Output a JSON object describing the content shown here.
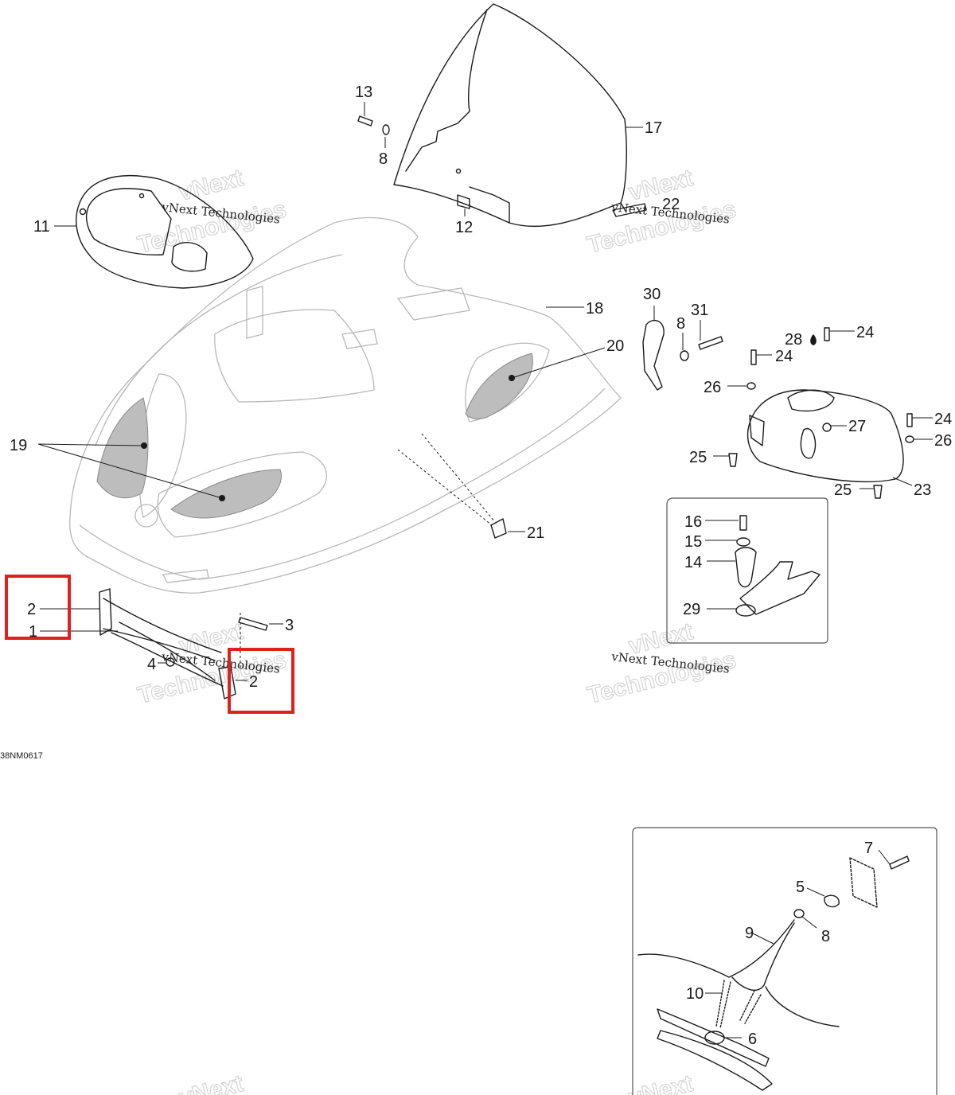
{
  "diagram_code": "38NM0617",
  "watermark": {
    "line": "vNext Technologies",
    "big_top": "vNext",
    "big_bottom": "Technologies"
  },
  "callouts": {
    "c1": "1",
    "c2a": "2",
    "c2b": "2",
    "c3": "3",
    "c4": "4",
    "c5": "5",
    "c6": "6",
    "c7": "7",
    "c8a": "8",
    "c8b": "8",
    "c8c": "8",
    "c9": "9",
    "c10": "10",
    "c11": "11",
    "c12": "12",
    "c13": "13",
    "c14": "14",
    "c15": "15",
    "c16": "16",
    "c17": "17",
    "c18": "18",
    "c19": "19",
    "c20": "20",
    "c21": "21",
    "c22": "22",
    "c23": "23",
    "c24a": "24",
    "c24b": "24",
    "c24c": "24",
    "c25a": "25",
    "c25b": "25",
    "c26a": "26",
    "c26b": "26",
    "c27": "27",
    "c28": "28",
    "c29": "29",
    "c30": "30",
    "c31": "31"
  },
  "highlight_color": "#e0201e"
}
